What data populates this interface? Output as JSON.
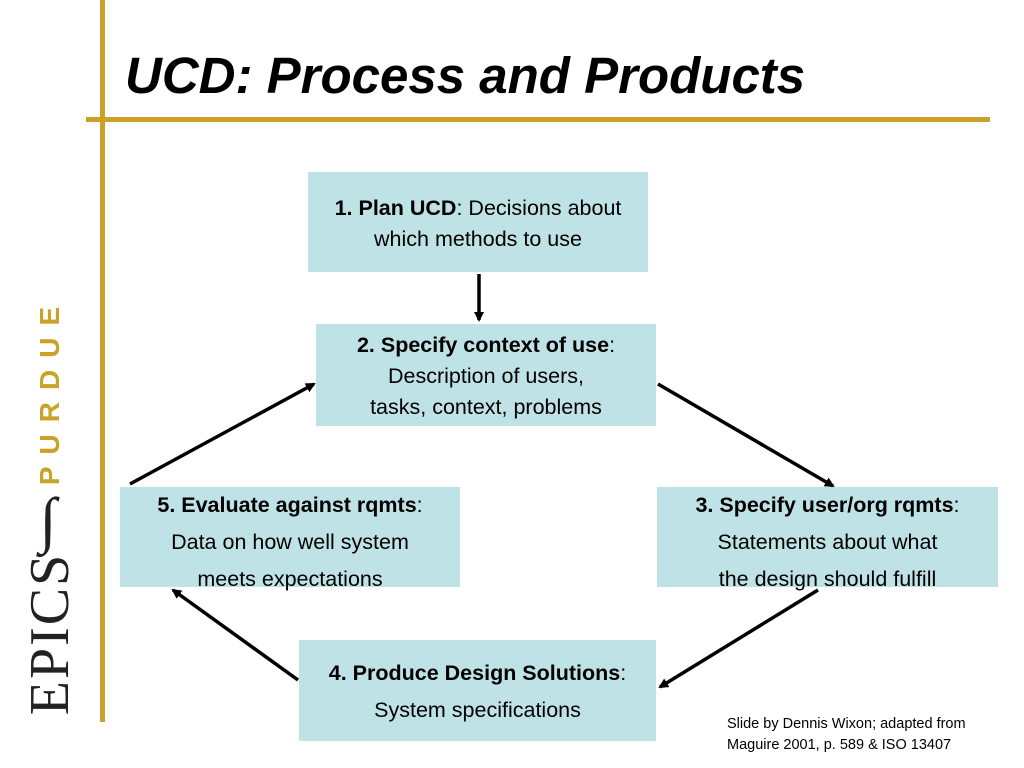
{
  "slide": {
    "title": "UCD: Process and Products",
    "credit_line1": "Slide by Dennis Wixon; adapted from",
    "credit_line2": "Maguire 2001, p. 589 & ISO 13407"
  },
  "brand": {
    "purdue": "PURDUE",
    "integral": "∫",
    "epics": "EPICS",
    "accent_color": "#C9A227"
  },
  "steps": [
    {
      "bold": "1. Plan UCD",
      "sep": ": ",
      "lines": [
        "Decisions about",
        "which methods to use"
      ]
    },
    {
      "bold": "2. Specify context of use",
      "sep": ":",
      "lines": [
        "Description of users,",
        "tasks, context, problems"
      ]
    },
    {
      "bold": "3. Specify user/org rqmts",
      "sep": ":",
      "lines": [
        "Statements about what",
        "the design should fulfill"
      ]
    },
    {
      "bold": "4. Produce Design Solutions",
      "sep": ":",
      "lines": [
        "System specifications"
      ]
    },
    {
      "bold": "5. Evaluate against rqmts",
      "sep": ":",
      "lines": [
        "Data on how well system",
        "meets expectations"
      ]
    }
  ],
  "box_color": "#BFE2E6"
}
